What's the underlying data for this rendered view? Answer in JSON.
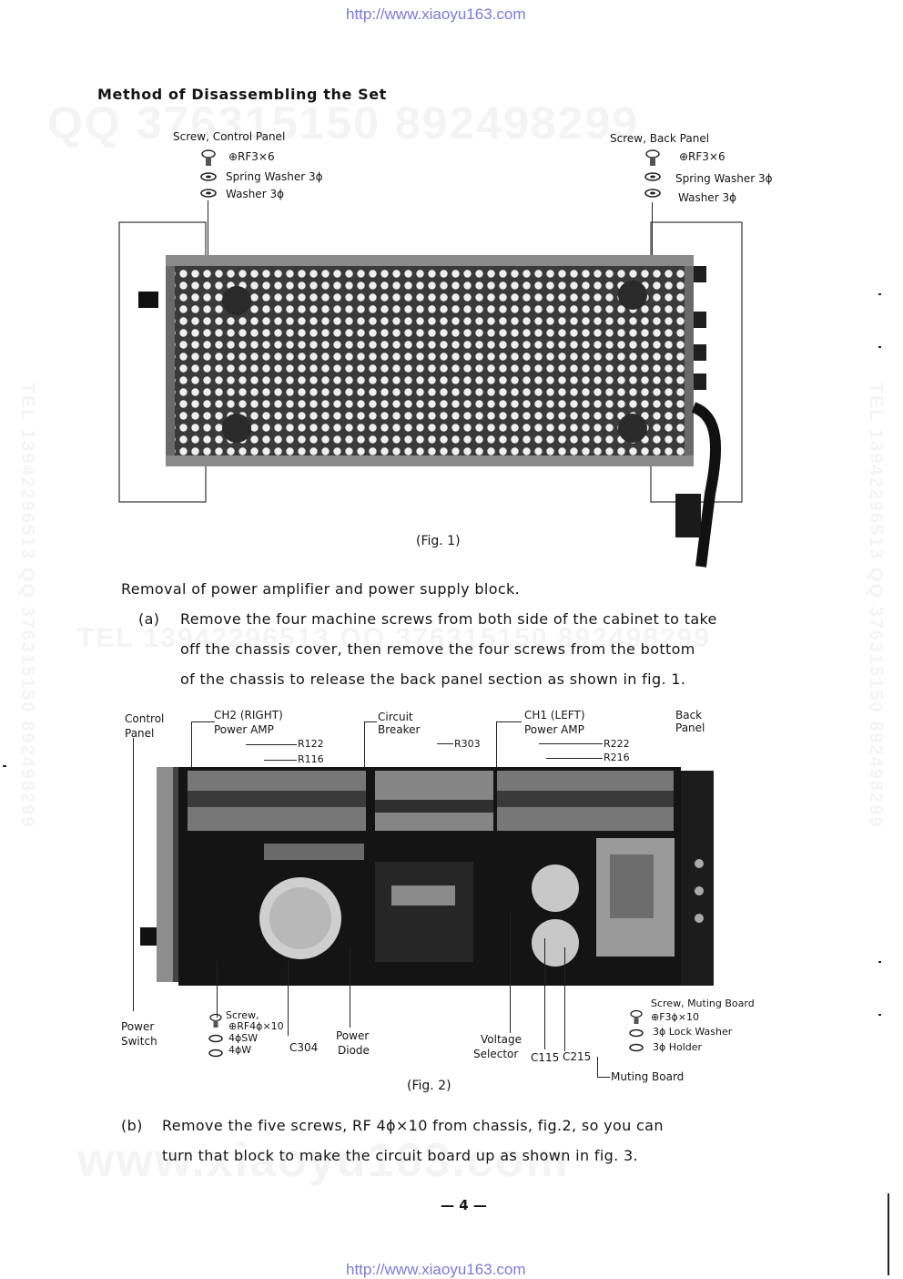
{
  "header_url": "http://www.xiaoyu163.com",
  "footer_url": "http://www.xiaoyu163.com",
  "title": "Method of Disassembling the Set",
  "watermarks": {
    "qq_top": "QQ 376315150   892498299",
    "tel_mid": "TEL 13942296513   QQ 376315150  892498299",
    "www_bottom": "www.xiaoyu163.com",
    "vertical_left": "TEL 13942296513  QQ 376315150  892498299",
    "vertical_right": "TEL 13942296513  QQ 376315150  892498299"
  },
  "fig1": {
    "caption": "(Fig. 1)",
    "left_callout": {
      "heading": "Screw, Control Panel",
      "items": [
        "⊕RF3×6",
        "Spring Washer 3ϕ",
        "Washer 3ϕ"
      ]
    },
    "right_callout": {
      "heading": "Screw, Back Panel",
      "items": [
        "⊕RF3×6",
        "Spring Washer 3ϕ",
        "Washer 3ϕ"
      ]
    }
  },
  "section": {
    "heading": "Removal of power amplifier and power supply block.",
    "step_a": {
      "marker": "(a)",
      "lines": [
        "Remove the four machine screws from both side of the cabinet to take",
        "off the chassis cover, then remove the four  screws from the bottom",
        "of the chassis to release the back panel section as shown in fig. 1."
      ]
    }
  },
  "fig2": {
    "caption": "(Fig. 2)",
    "labels": {
      "control_panel": [
        "Control",
        "Panel"
      ],
      "ch2": [
        "CH2 (RIGHT)",
        "Power AMP"
      ],
      "circuit_breaker": [
        "Circuit",
        "Breaker"
      ],
      "ch1": [
        "CH1 (LEFT)",
        "Power AMP"
      ],
      "back_panel": [
        "Back",
        "Panel"
      ],
      "r122": "R122",
      "r116": "R116",
      "r303": "R303",
      "r222": "R222",
      "r216": "R216",
      "power_switch": [
        "Power",
        "Switch"
      ],
      "screw_left": [
        "Screw,",
        "⊕RF4ϕ×10",
        "4ϕSW",
        "4ϕW"
      ],
      "c304": "C304",
      "power_diode": [
        "Power",
        "Diode"
      ],
      "voltage_selector": [
        "Voltage",
        "Selector"
      ],
      "c115": "C115",
      "c215": "C215",
      "screw_muting_board": "Screw, Muting Board",
      "screw_right_items": [
        "⊕F3ϕ×10",
        "3ϕ Lock Washer",
        "3ϕ Holder"
      ],
      "muting_board": "Muting  Board"
    }
  },
  "step_b": {
    "marker": "(b)",
    "lines": [
      "Remove the five screws, RF 4ϕ×10 from  chassis, fig.2, so you can",
      "turn that block to make the circuit board up as shown in fig. 3."
    ]
  },
  "page_number": "— 4 —"
}
